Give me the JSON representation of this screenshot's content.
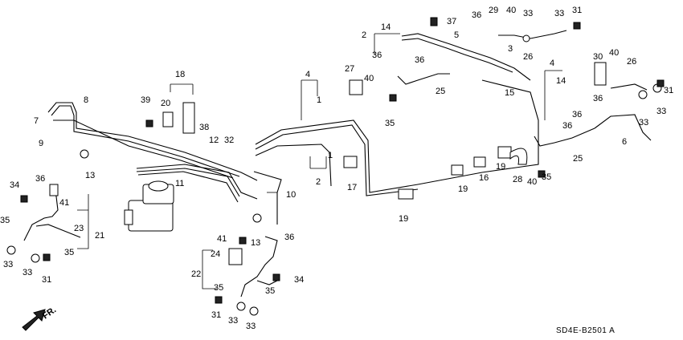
{
  "diagram": {
    "code": "SD4E-B2501 A",
    "direction_label": "FR.",
    "callouts": [
      {
        "id": "c1",
        "label": "14"
      },
      {
        "id": "c2",
        "label": "37"
      },
      {
        "id": "c3",
        "label": "36"
      },
      {
        "id": "c4",
        "label": "29"
      },
      {
        "id": "c5",
        "label": "40"
      },
      {
        "id": "c6",
        "label": "33"
      },
      {
        "id": "c7",
        "label": "33"
      },
      {
        "id": "c8",
        "label": "31"
      },
      {
        "id": "c9",
        "label": "2"
      },
      {
        "id": "c10",
        "label": "5"
      },
      {
        "id": "c11",
        "label": "3"
      },
      {
        "id": "c12",
        "label": "26"
      },
      {
        "id": "c13",
        "label": "36"
      },
      {
        "id": "c14",
        "label": "36"
      },
      {
        "id": "c15",
        "label": "27"
      },
      {
        "id": "c16",
        "label": "40"
      },
      {
        "id": "c17",
        "label": "25"
      },
      {
        "id": "c18",
        "label": "15"
      },
      {
        "id": "c19",
        "label": "35"
      },
      {
        "id": "c20",
        "label": "4"
      },
      {
        "id": "c21",
        "label": "1"
      },
      {
        "id": "c22",
        "label": "18"
      },
      {
        "id": "c23",
        "label": "39"
      },
      {
        "id": "c24",
        "label": "20"
      },
      {
        "id": "c25",
        "label": "8"
      },
      {
        "id": "c26",
        "label": "7"
      },
      {
        "id": "c27",
        "label": "9"
      },
      {
        "id": "c28",
        "label": "38"
      },
      {
        "id": "c29",
        "label": "12"
      },
      {
        "id": "c30",
        "label": "32"
      },
      {
        "id": "c31",
        "label": "1"
      },
      {
        "id": "c32",
        "label": "13"
      },
      {
        "id": "c33",
        "label": "11"
      },
      {
        "id": "c34",
        "label": "2"
      },
      {
        "id": "c35",
        "label": "17"
      },
      {
        "id": "c36",
        "label": "10"
      },
      {
        "id": "c37",
        "label": "19"
      },
      {
        "id": "c38",
        "label": "19"
      },
      {
        "id": "c39",
        "label": "16"
      },
      {
        "id": "c40",
        "label": "19"
      },
      {
        "id": "c41",
        "label": "28"
      },
      {
        "id": "c42",
        "label": "40"
      },
      {
        "id": "c43",
        "label": "35"
      },
      {
        "id": "c44",
        "label": "4"
      },
      {
        "id": "c45",
        "label": "14"
      },
      {
        "id": "c46",
        "label": "36"
      },
      {
        "id": "c47",
        "label": "36"
      },
      {
        "id": "c48",
        "label": "25"
      },
      {
        "id": "c49",
        "label": "30"
      },
      {
        "id": "c50",
        "label": "40"
      },
      {
        "id": "c51",
        "label": "26"
      },
      {
        "id": "c52",
        "label": "36"
      },
      {
        "id": "c53",
        "label": "33"
      },
      {
        "id": "c54",
        "label": "31"
      },
      {
        "id": "c55",
        "label": "33"
      },
      {
        "id": "c56",
        "label": "6"
      },
      {
        "id": "c57",
        "label": "36"
      },
      {
        "id": "c58",
        "label": "34"
      },
      {
        "id": "c59",
        "label": "41"
      },
      {
        "id": "c60",
        "label": "35"
      },
      {
        "id": "c61",
        "label": "23"
      },
      {
        "id": "c62",
        "label": "21"
      },
      {
        "id": "c63",
        "label": "35"
      },
      {
        "id": "c64",
        "label": "33"
      },
      {
        "id": "c65",
        "label": "33"
      },
      {
        "id": "c66",
        "label": "31"
      },
      {
        "id": "c67",
        "label": "13"
      },
      {
        "id": "c68",
        "label": "41"
      },
      {
        "id": "c69",
        "label": "36"
      },
      {
        "id": "c70",
        "label": "24"
      },
      {
        "id": "c71",
        "label": "22"
      },
      {
        "id": "c72",
        "label": "35"
      },
      {
        "id": "c73",
        "label": "35"
      },
      {
        "id": "c74",
        "label": "34"
      },
      {
        "id": "c75",
        "label": "31"
      },
      {
        "id": "c76",
        "label": "33"
      },
      {
        "id": "c77",
        "label": "33"
      }
    ]
  }
}
